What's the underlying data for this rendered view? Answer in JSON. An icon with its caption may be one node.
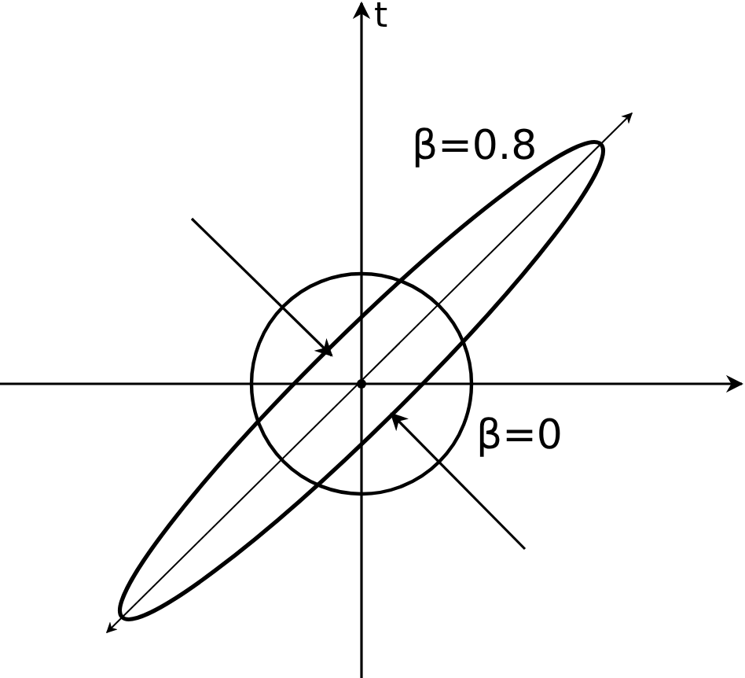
{
  "diagram": {
    "labels": [
      "t",
      "β=0.8",
      "β=0"
    ]
  }
}
